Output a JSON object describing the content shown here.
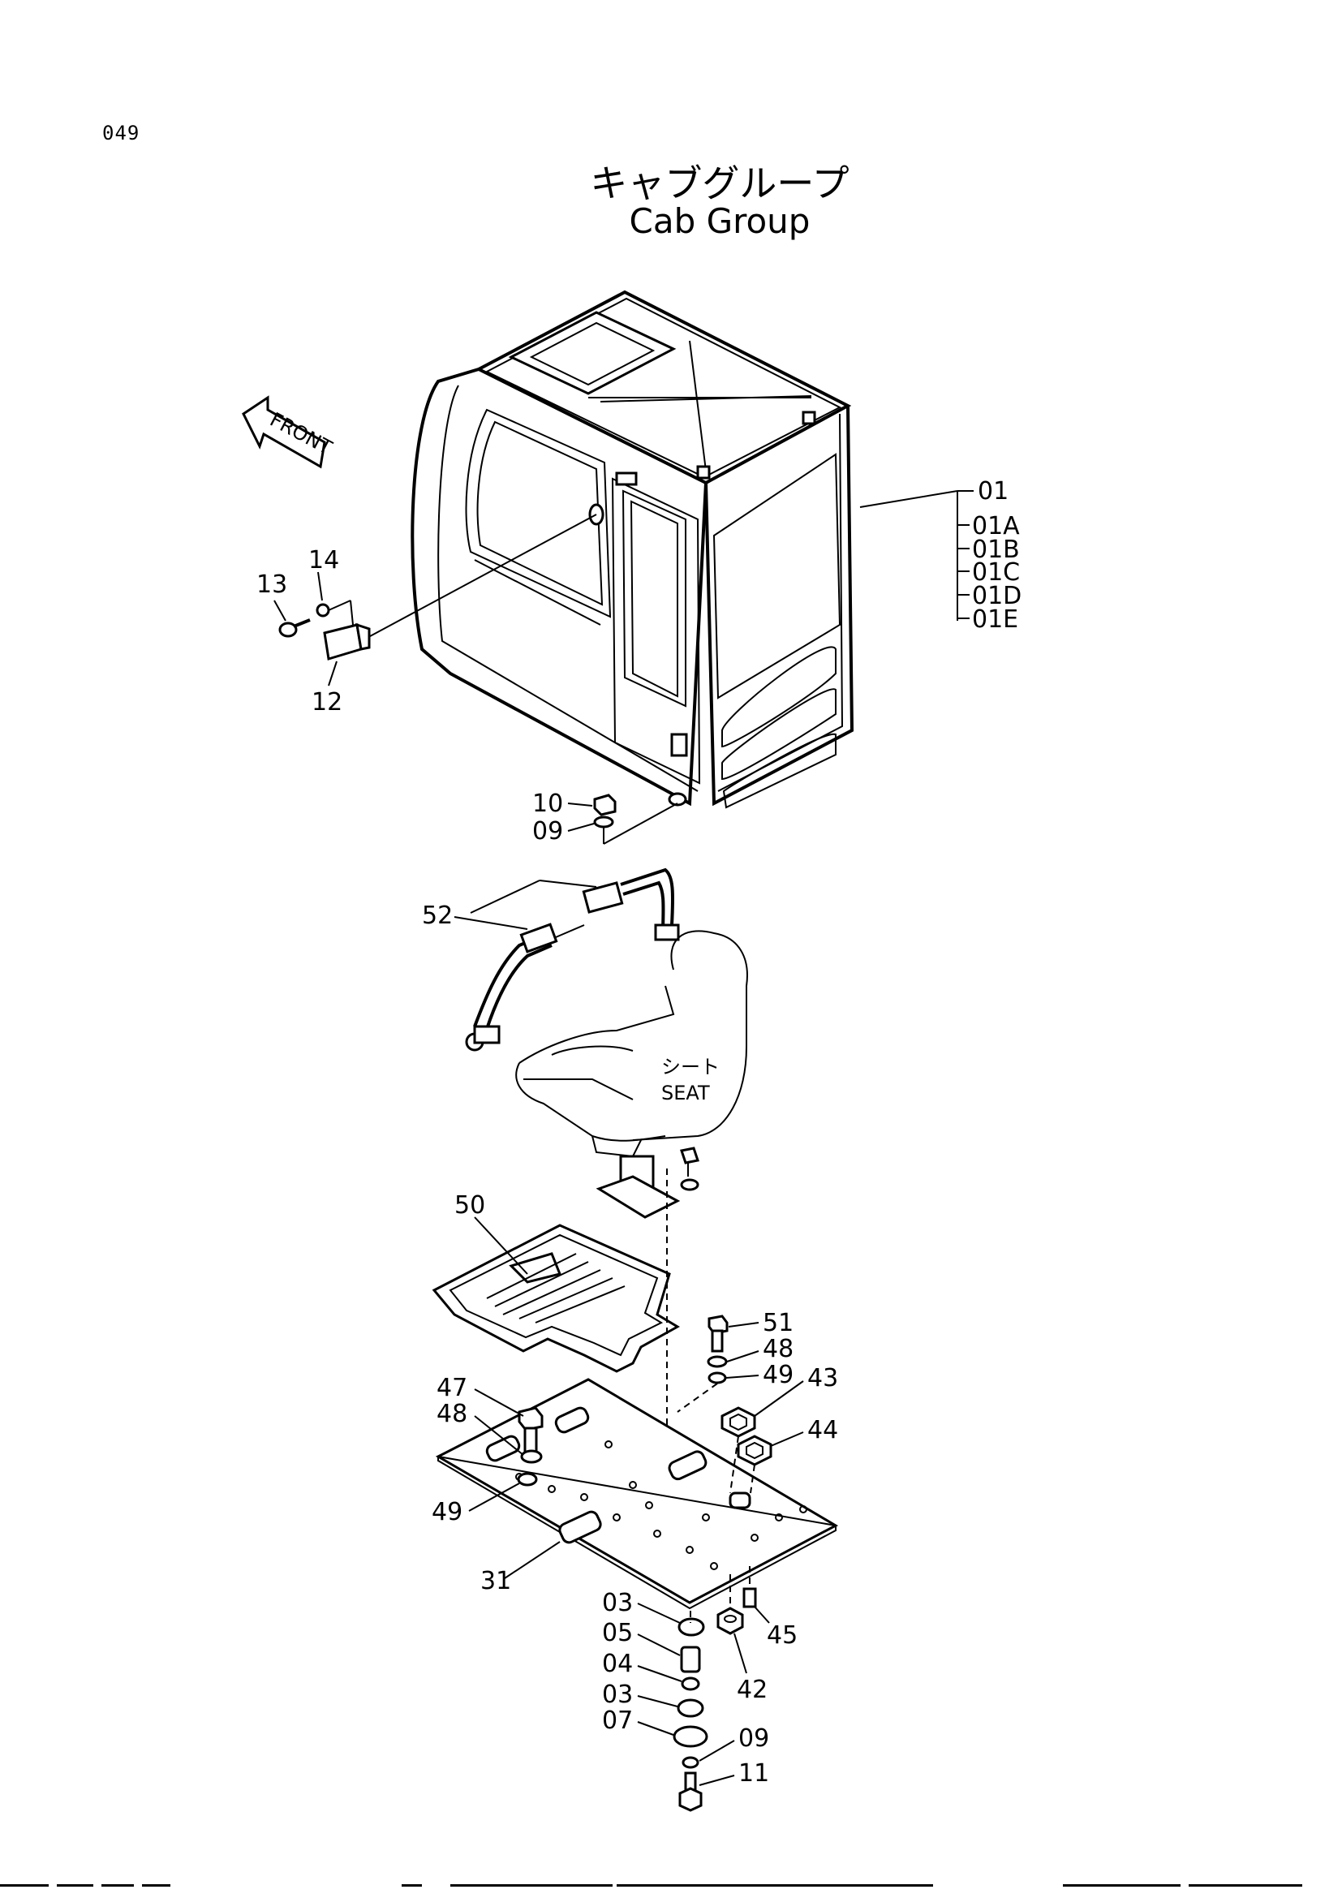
{
  "page_number": "049",
  "title": {
    "japanese": "キャブグループ",
    "english": "Cab Group"
  },
  "direction_tag": "FRONT",
  "seat_label": {
    "japanese": "シート",
    "english": "SEAT"
  },
  "callouts": {
    "c01": "01",
    "c01A": "01A",
    "c01B": "01B",
    "c01C": "01C",
    "c01D": "01D",
    "c01E": "01E",
    "c14": "14",
    "c13": "13",
    "c12": "12",
    "c10": "10",
    "c09a": "09",
    "c52": "52",
    "c50": "50",
    "c51": "51",
    "c48a": "48",
    "c49a": "49",
    "c43": "43",
    "c47": "47",
    "c48b": "48",
    "c44": "44",
    "c49b": "49",
    "c31": "31",
    "c03a": "03",
    "c05": "05",
    "c45": "45",
    "c04": "04",
    "c42": "42",
    "c03b": "03",
    "c07": "07",
    "c09b": "09",
    "c11": "11"
  }
}
